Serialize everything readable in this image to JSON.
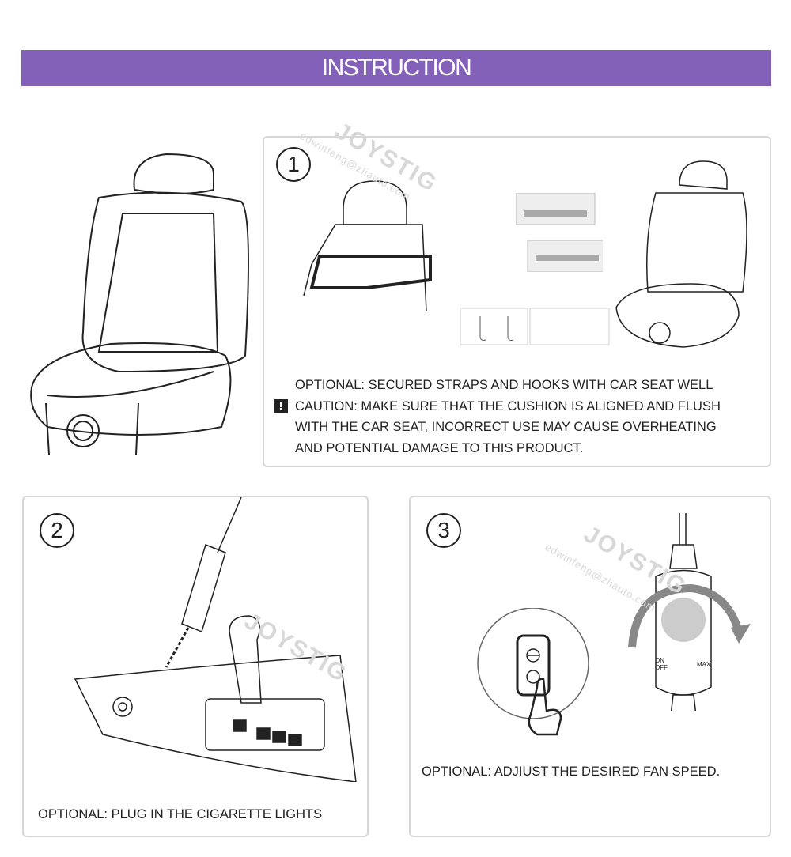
{
  "banner": {
    "title": "INSTRUCTION",
    "color": "#8461b9"
  },
  "watermark": {
    "brand": "JOYSTIG",
    "email": "edwinfeng@zliauto.com"
  },
  "step1": {
    "number": "1",
    "lines": [
      "OPTIONAL: SECURED STRAPS AND HOOKS WITH CAR SEAT WELL",
      "CAUTION: MAKE SURE THAT THE CUSHION IS ALIGNED AND FLUSH",
      "WITH THE CAR SEAT, INCORRECT USE MAY CAUSE OVERHEATING",
      "AND POTENTIAL DAMAGE TO THIS PRODUCT."
    ],
    "caution_icon": "exclamation-icon"
  },
  "step2": {
    "number": "2",
    "text": "OPTIONAL: PLUG IN THE CIGARETTE LIGHTS"
  },
  "step3": {
    "number": "3",
    "text": "OPTIONAL:  ADJIUST THE DESIRED FAN SPEED.",
    "dial_on": "ON",
    "dial_off": "OFF",
    "dial_max": "MAX"
  }
}
